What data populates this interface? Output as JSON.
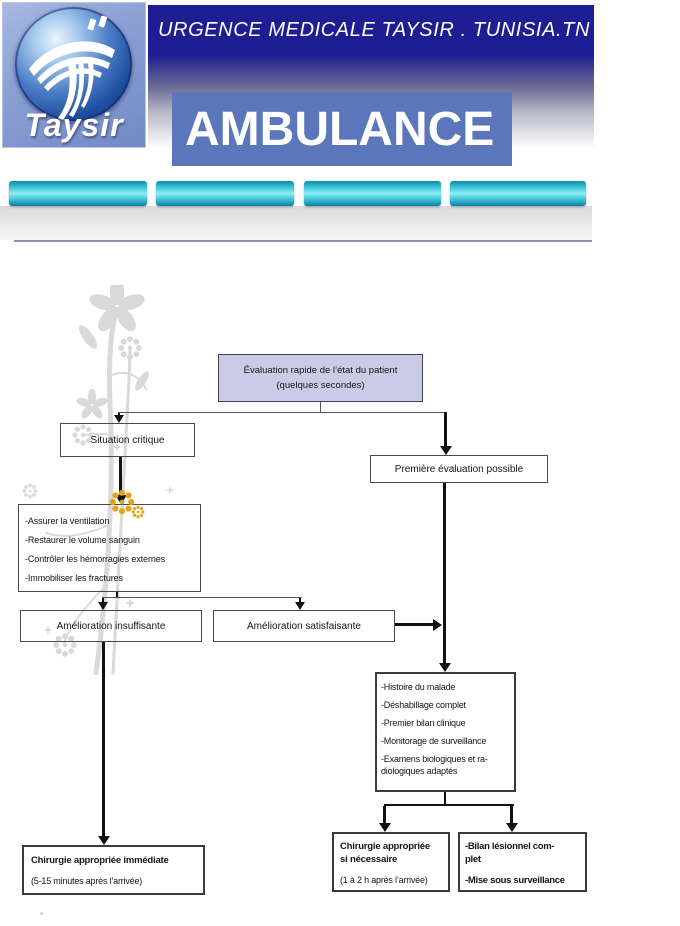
{
  "header": {
    "site_title": "URGENCE MEDICALE TAYSIR . TUNISIA.TN",
    "logo_text": "Taysir",
    "banner_title": "AMBULANCE"
  },
  "nav": {
    "buttons": [
      {
        "label": ""
      },
      {
        "label": ""
      },
      {
        "label": ""
      },
      {
        "label": ""
      }
    ]
  },
  "flowchart": {
    "evaluation": {
      "line1": "Évaluation rapide de l’état du patient",
      "line2": "(quelques secondes)"
    },
    "situation_critique": "Situation critique",
    "premiere_evaluation": "Première évaluation possible",
    "mesures_urgence": [
      "-Assurer la ventilation",
      "-Restaurer le volume sanguin",
      "-Contrôler les hémorragies externes",
      "-Immobiliser les fractures"
    ],
    "amelioration_insuffisante": "Amélioration insuffisante",
    "amelioration_satisfaisante": "Amélioration satisfaisante",
    "bilan_initial": [
      "-Histoire du malade",
      "-Déshabillage complet",
      "-Premier bilan clinique",
      "-Monitorage de surveillance",
      "-Examens biologiques et ra-\ndiologiques adaptés"
    ],
    "chirurgie_immediate": {
      "title": "Chirurgie appropriée immédiate",
      "detail": "(5-15 minutes après l’arrivée)"
    },
    "chirurgie_si_necessaire": {
      "title": "Chirurgie appropriée\nsi nécessaire",
      "detail": "(1 à 2 h après l’arrivée)"
    },
    "bilan_complet": {
      "item1": "-Bilan lésionnel com-\nplet",
      "item2": "-Mise sous surveillance"
    }
  },
  "colors": {
    "header_navy": "#1e1e92",
    "banner_blue": "#5b76bb",
    "logo_panel_blue": "#8ba0d4",
    "nav_teal": "#2fb9d2",
    "evaluation_box_lavender": "#cbcbe8",
    "divider_slate": "#8f8fae",
    "watermark_gray": "#d9d9d9",
    "watermark_orange": "#e2a41c"
  }
}
